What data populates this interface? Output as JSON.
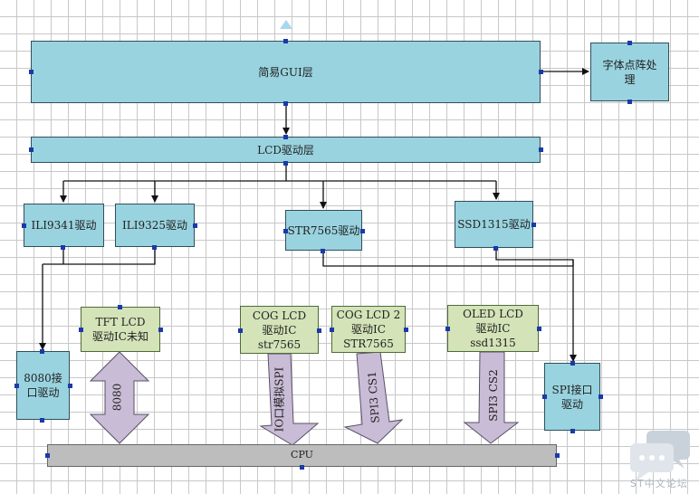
{
  "diagram": {
    "gui_layer": "简易GUI层",
    "font_processing": "字体点阵处\n理",
    "lcd_driver_layer": "LCD驱动层",
    "ili9341_driver": "ILI9341驱动",
    "ili9325_driver": "ILI9325驱动",
    "str7565_driver": "STR7565驱动",
    "ssd1315_driver": "SSD1315驱动",
    "tft_lcd": "TFT LCD\n驱动IC未知",
    "cog_lcd_1": "COG LCD\n驱动IC\nstr7565",
    "cog_lcd_2": "COG LCD 2\n驱动IC\nSTR7565",
    "oled_lcd": "OLED LCD\n驱动IC\nssd1315",
    "driver_8080": "8080接\n口驱动",
    "spi_driver": "SPI接口\n驱动",
    "cpu": "CPU",
    "arrow_8080": "8080",
    "arrow_io_spi": "IO口模拟SPI",
    "arrow_spi3_cs1": "SPI3 CS1",
    "arrow_spi3_cs2": "SPI3 CS2"
  },
  "watermark": {
    "text": "ST中文论坛"
  },
  "colors": {
    "blue_box": "#99d3df",
    "green_box": "#d4e3b8",
    "cpu_box": "#bdbdbd",
    "big_arrow": "#c9bcd6"
  }
}
